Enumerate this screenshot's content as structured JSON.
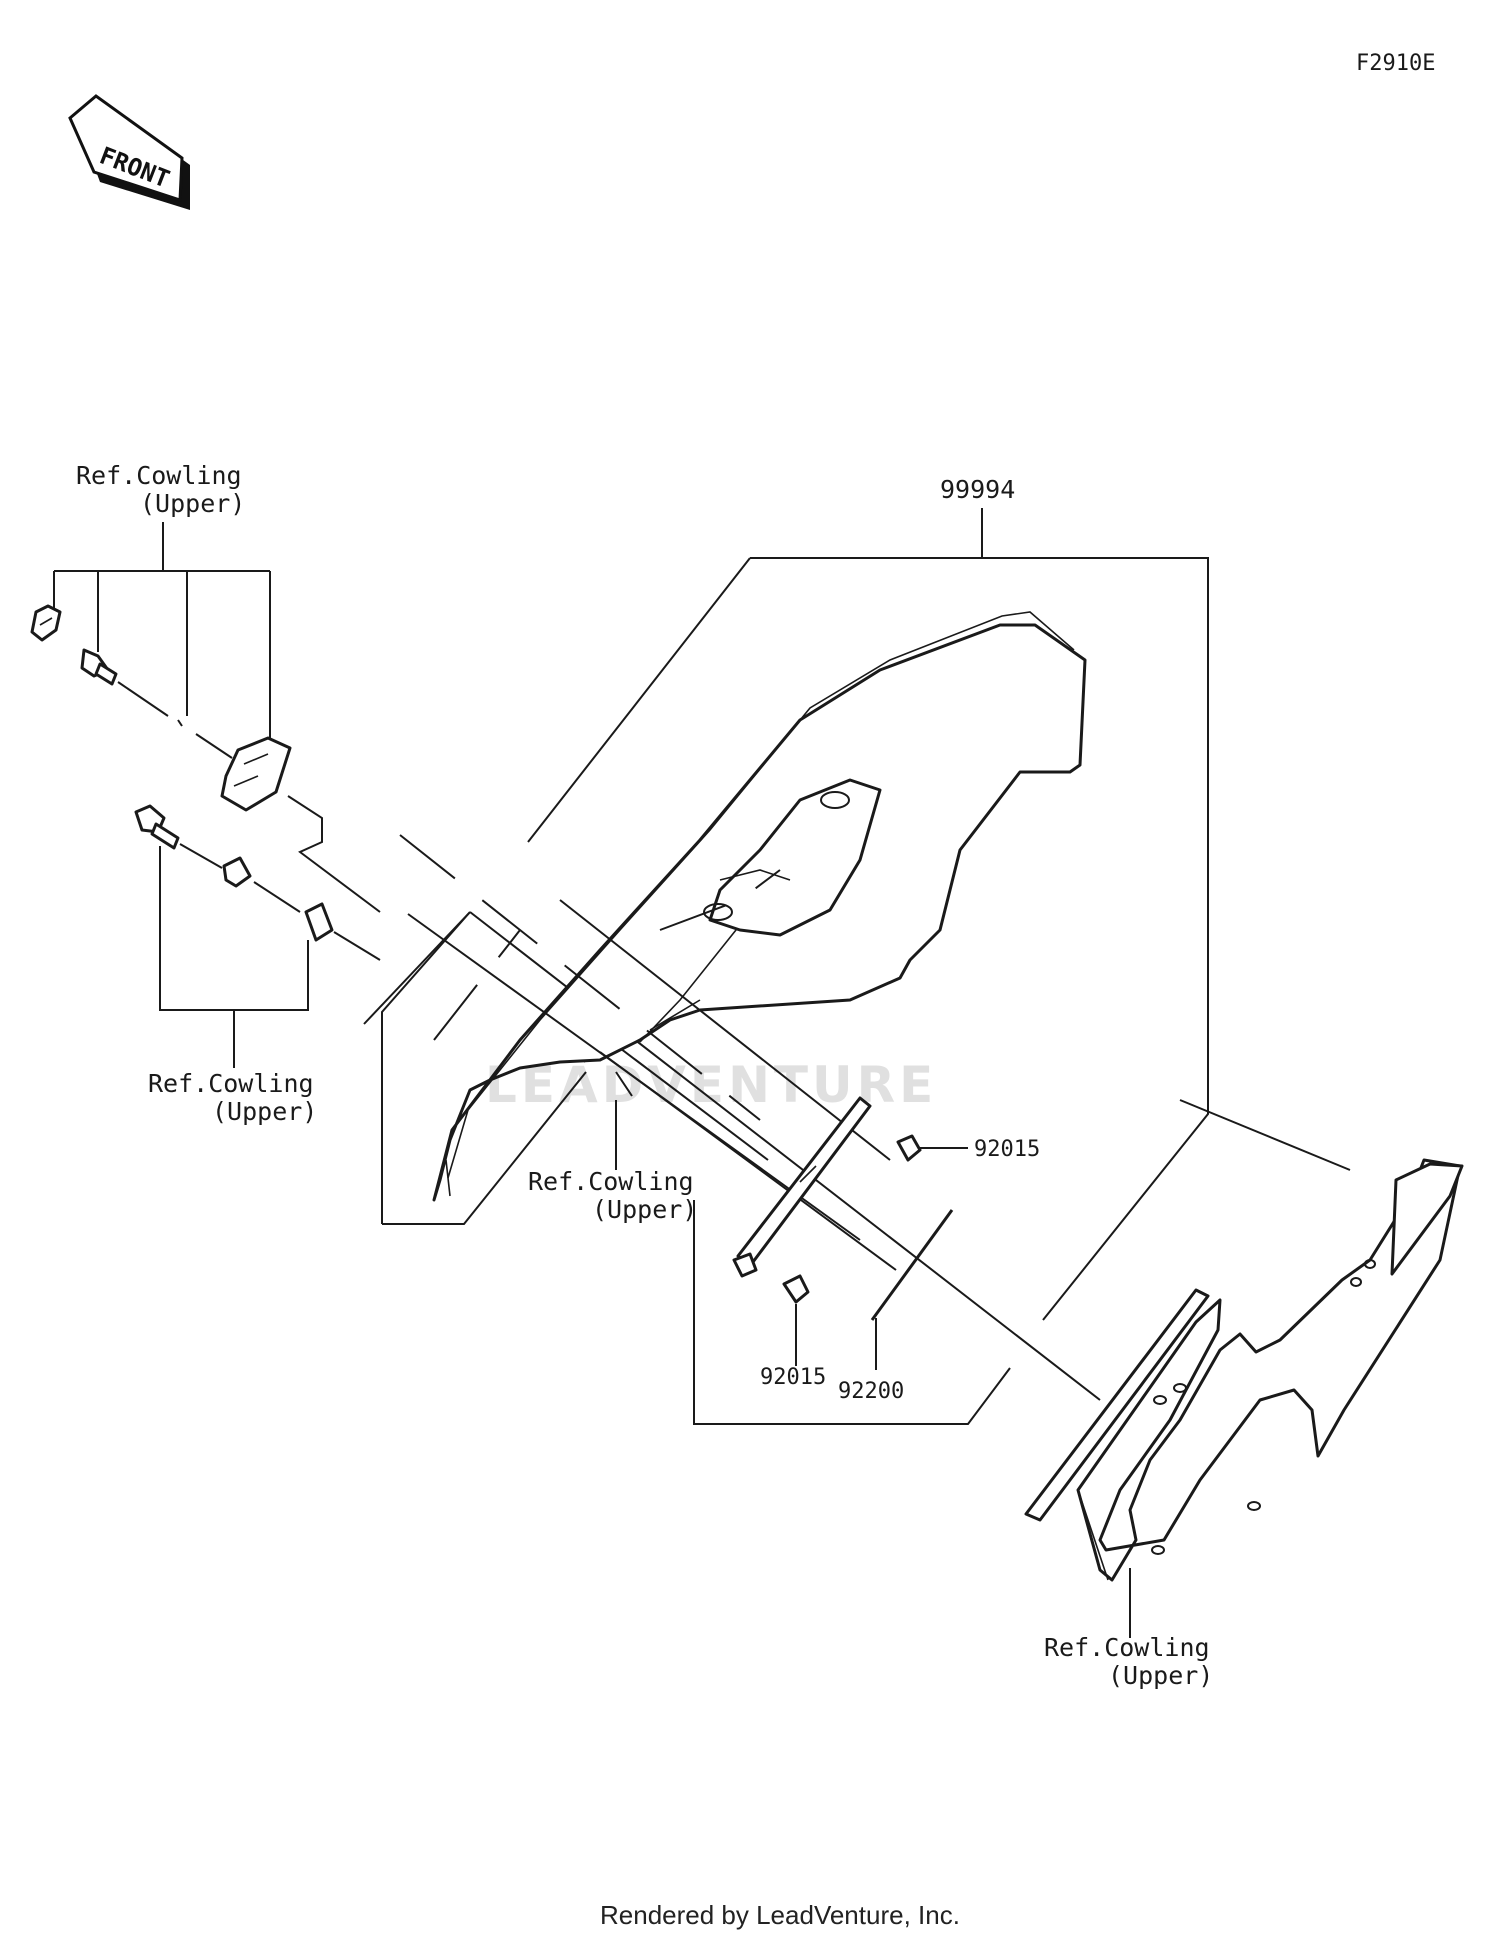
{
  "diagram_code": "F2910E",
  "front_arrow": {
    "text": "FRONT",
    "icon": "front-arrow-icon"
  },
  "callouts": {
    "ref_upper_left_top": {
      "line1": "Ref.Cowling",
      "line2": "(Upper)"
    },
    "ref_upper_left_mid": {
      "line1": "Ref.Cowling",
      "line2": "(Upper)"
    },
    "ref_upper_center": {
      "line1": "Ref.Cowling",
      "line2": "(Upper)"
    },
    "ref_upper_right": {
      "line1": "Ref.Cowling",
      "line2": "(Upper)"
    },
    "kit": "99994",
    "nut_upper": "92015",
    "nut_lower": "92015",
    "spacer": "92200"
  },
  "watermark": "LEADVENTURE",
  "footer": "Rendered by LeadVenture, Inc."
}
